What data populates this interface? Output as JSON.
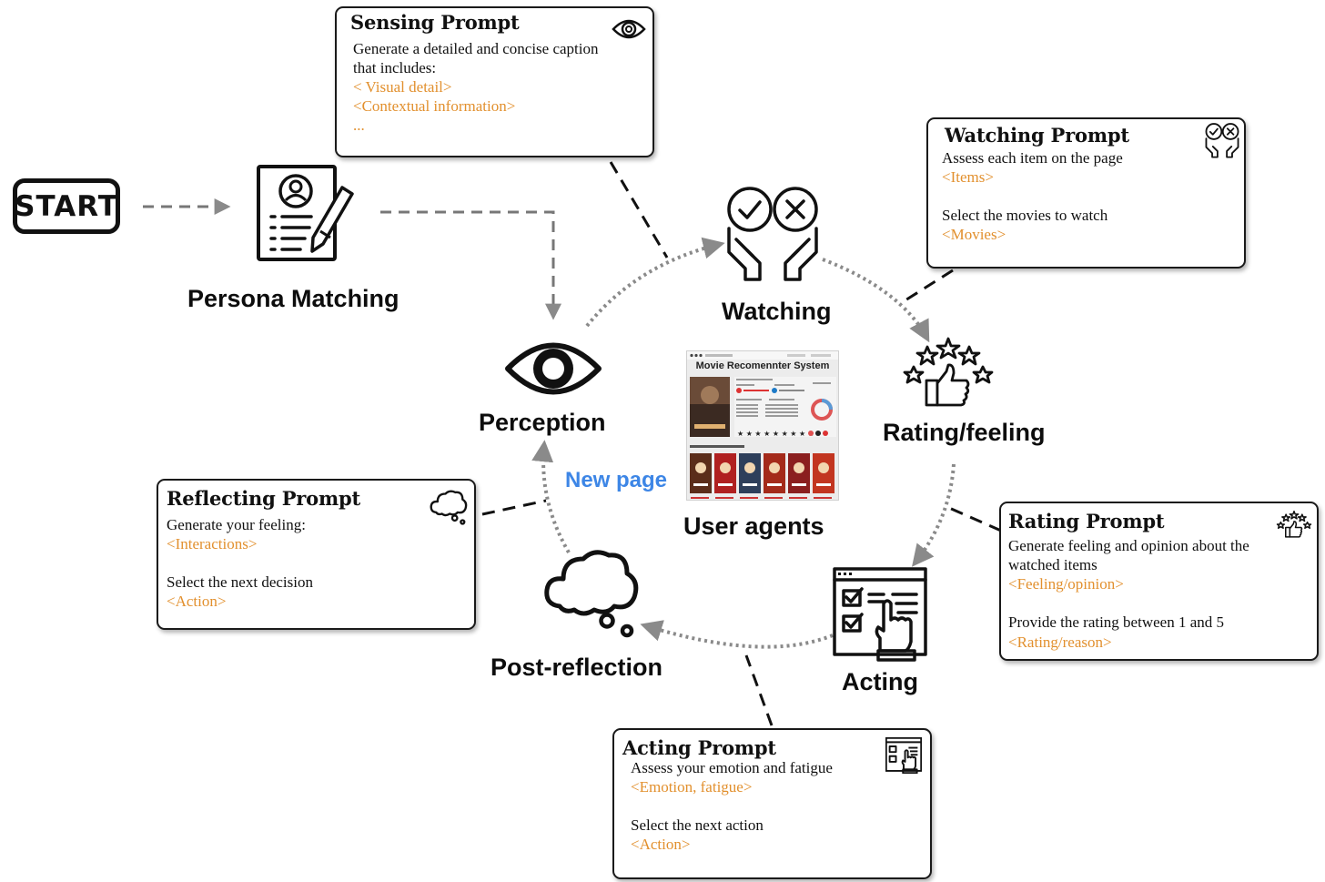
{
  "start_label": "START",
  "stages": {
    "persona": "Persona Matching",
    "perception": "Perception",
    "watching": "Watching",
    "rating": "Rating/feeling",
    "acting": "Acting",
    "post_reflection": "Post-reflection",
    "user_agents": "User agents",
    "new_page": "New page"
  },
  "app_thumbnail_title": "Movie Recomennter System",
  "prompts": {
    "sensing": {
      "title": "Sensing Prompt",
      "lines": [
        "Generate a detailed and concise caption",
        "that includes:"
      ],
      "slots": [
        "< Visual detail>",
        "<Contextual information>",
        "..."
      ]
    },
    "watching": {
      "title": "Watching Prompt",
      "line1": "Assess each item on the page",
      "slot1": "<Items>",
      "line2": "Select the movies to watch",
      "slot2": "<Movies>"
    },
    "rating": {
      "title": "Rating Prompt",
      "line1a": "Generate feeling and opinion about the",
      "line1b": "watched items",
      "slot1": "<Feeling/opinion>",
      "line2": "Provide the rating between 1 and 5",
      "slot2": "<Rating/reason>"
    },
    "acting": {
      "title": "Acting Prompt",
      "line1": "Assess your emotion and fatigue",
      "slot1": "<Emotion, fatigue>",
      "line2": "Select the next action",
      "slot2": "<Action>"
    },
    "reflecting": {
      "title": "Reflecting Prompt",
      "line1": "Generate your feeling:",
      "slot1": "<Interactions>",
      "line2": "Select the next decision",
      "slot2": "<Action>"
    }
  },
  "colors": {
    "slot_text": "#e2902e",
    "new_page": "#3d86e6",
    "arrow_gray": "#8a8a8a",
    "dash_black": "#111111"
  }
}
